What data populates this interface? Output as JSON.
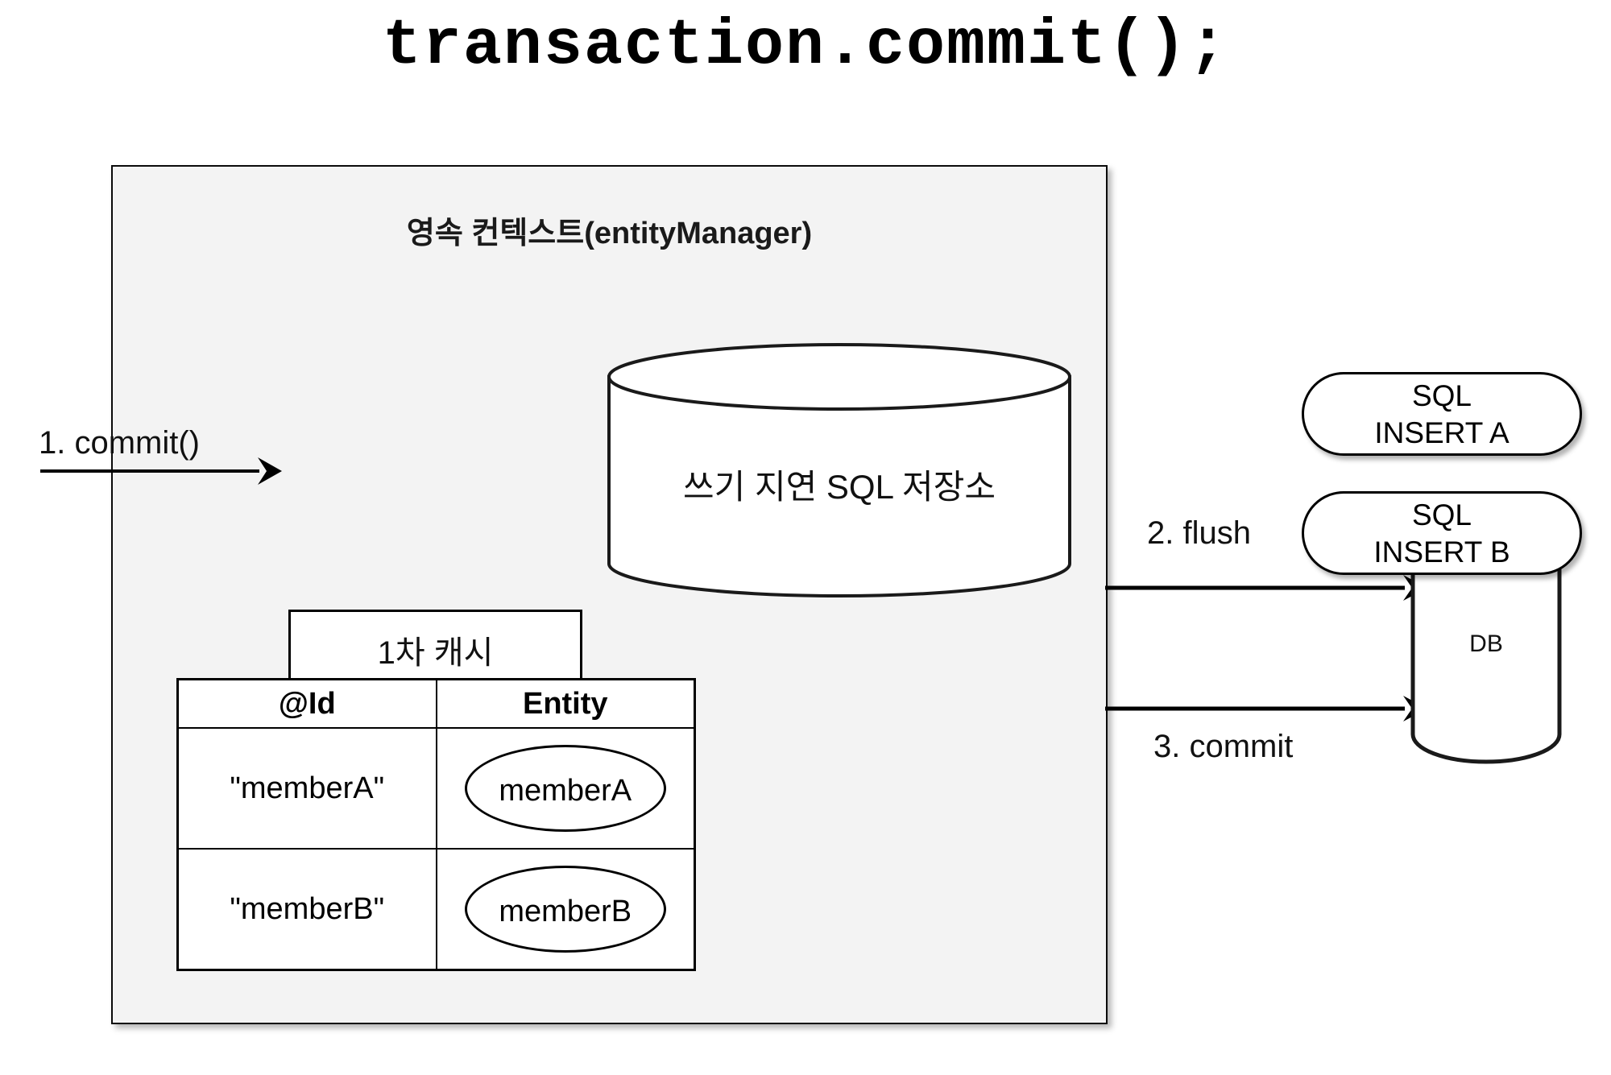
{
  "title": "transaction.commit();",
  "persistence_context": {
    "label": "영속 컨텍스트(entityManager)",
    "sql_store": {
      "label": "쓰기 지연 SQL 저장소",
      "icon": "cylinder-icon"
    },
    "first_level_cache": {
      "tab_label": "1차 캐시",
      "columns": [
        "@Id",
        "Entity"
      ],
      "rows": [
        {
          "id": "\"memberA\"",
          "entity": "memberA"
        },
        {
          "id": "\"memberB\"",
          "entity": "memberB"
        }
      ]
    }
  },
  "flows": {
    "commit_in": "1. commit()",
    "flush": "2. flush",
    "commit_db": "3. commit"
  },
  "sql_statements": [
    {
      "line1": "SQL",
      "line2": "INSERT A"
    },
    {
      "line1": "SQL",
      "line2": "INSERT B"
    }
  ],
  "database": {
    "label": "DB",
    "icon": "database-cylinder-icon"
  },
  "colors": {
    "context_fill": "#f3f3f3",
    "stroke": "#000000",
    "shape_fill": "#ffffff",
    "text": "#111111"
  }
}
